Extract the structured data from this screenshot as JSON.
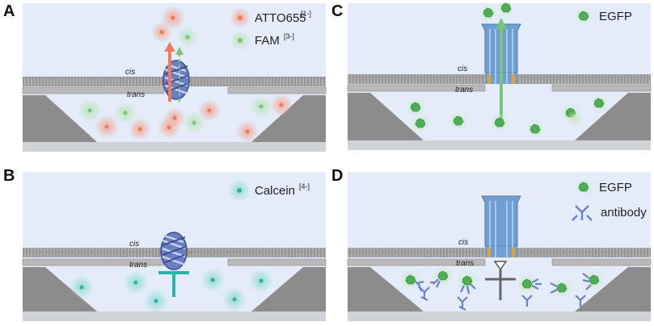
{
  "panels": {
    "a": {
      "label": "A",
      "legend": [
        {
          "name": "ATTO655",
          "superscript": "[1-]",
          "color": "#f07a5a"
        },
        {
          "name": "FAM",
          "superscript": "[3-]",
          "color": "#8fd08a"
        }
      ],
      "cis_label": "cis",
      "trans_label": "trans"
    },
    "b": {
      "label": "B",
      "legend": [
        {
          "name": "Calcein",
          "superscript": "[4-]",
          "color": "#2ab3a7"
        }
      ],
      "cis_label": "cis",
      "trans_label": "trans"
    },
    "c": {
      "label": "C",
      "legend": [
        {
          "name": "EGFP",
          "icon": "egfp-icon"
        }
      ],
      "cis_label": "cis",
      "trans_label": "trans"
    },
    "d": {
      "label": "D",
      "legend": [
        {
          "name": "EGFP",
          "icon": "egfp-icon"
        },
        {
          "name": "antibody",
          "icon": "antibody-icon"
        }
      ],
      "cis_label": "cis",
      "trans_label": "trans"
    }
  },
  "colors": {
    "panel_bg": "#e3ecf8",
    "chamber": "#8c8c8c",
    "membrane": "#9a9a9a",
    "origami": "#5a6fb0",
    "egfp": "#4caf50",
    "calcein": "#2ab3a7",
    "arrow_red": "#f07a5a",
    "arrow_green": "#7cc47a"
  }
}
